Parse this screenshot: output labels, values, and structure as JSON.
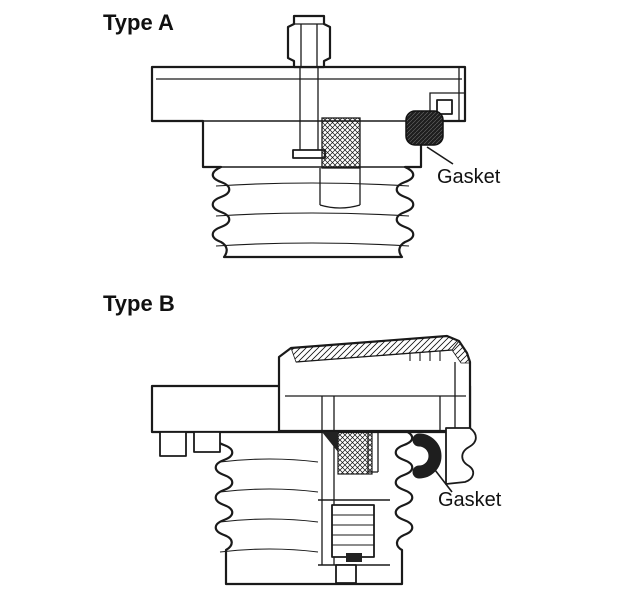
{
  "figure": {
    "background_color": "#ffffff",
    "ink_color": "#1a1a1a",
    "gasket_fill_color": "#1e1e1e",
    "sections": [
      {
        "id": "type-a",
        "title": "Type A",
        "callouts": [
          {
            "label": "Gasket"
          }
        ]
      },
      {
        "id": "type-b",
        "title": "Type B",
        "callouts": [
          {
            "label": "Gasket"
          }
        ]
      }
    ]
  }
}
